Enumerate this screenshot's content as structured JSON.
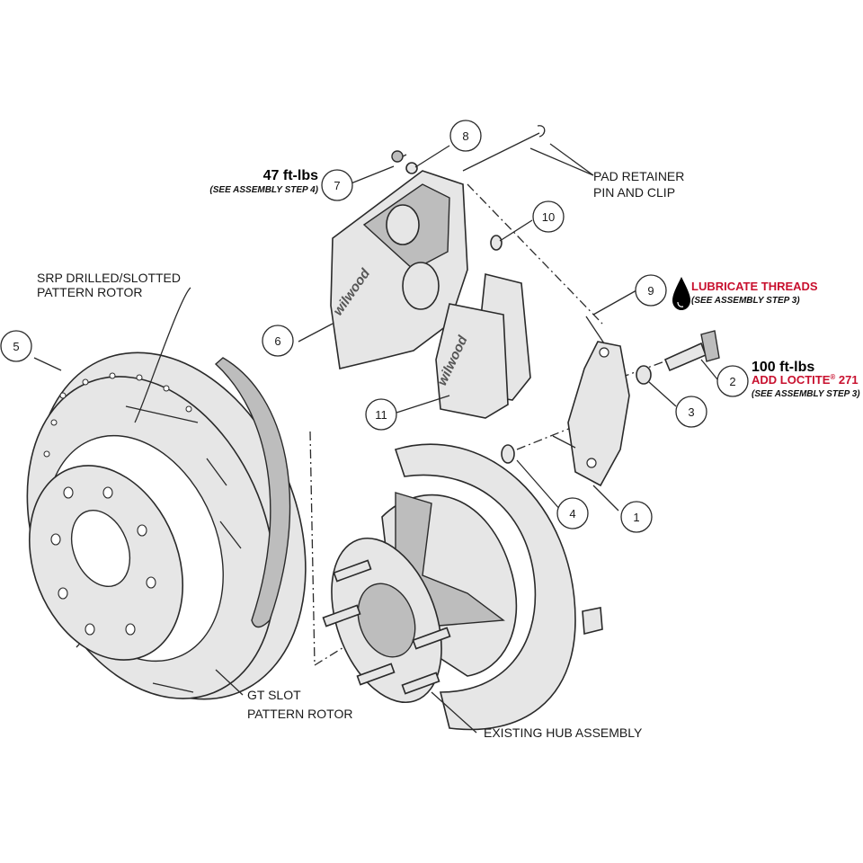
{
  "labels": {
    "pad_retainer_1": "PAD RETAINER",
    "pad_retainer_2": "PIN AND CLIP",
    "srp_1": "SRP DRILLED/SLOTTED",
    "srp_2": "PATTERN ROTOR",
    "gt_1": "GT SLOT",
    "gt_2": "PATTERN ROTOR",
    "hub": "EXISTING HUB ASSEMBLY"
  },
  "callouts": {
    "torque_7": "47 ft-lbs",
    "step_7": "(SEE ASSEMBLY STEP 4)",
    "lubricate": "LUBRICATE THREADS",
    "step_9": "(SEE ASSEMBLY STEP 3)",
    "torque_2": "100 ft-lbs",
    "loctite": "ADD LOCTITE",
    "loctite_reg": "®",
    "loctite_num": " 271",
    "step_2": "(SEE ASSEMBLY STEP 3)"
  },
  "part_numbers": [
    "1",
    "2",
    "3",
    "4",
    "5",
    "6",
    "7",
    "8",
    "9",
    "10",
    "11"
  ],
  "logo_text": "wilwood",
  "colors": {
    "accent_red": "#c8102e",
    "line": "#2a2a2a",
    "fill": "#e6e6e6"
  }
}
